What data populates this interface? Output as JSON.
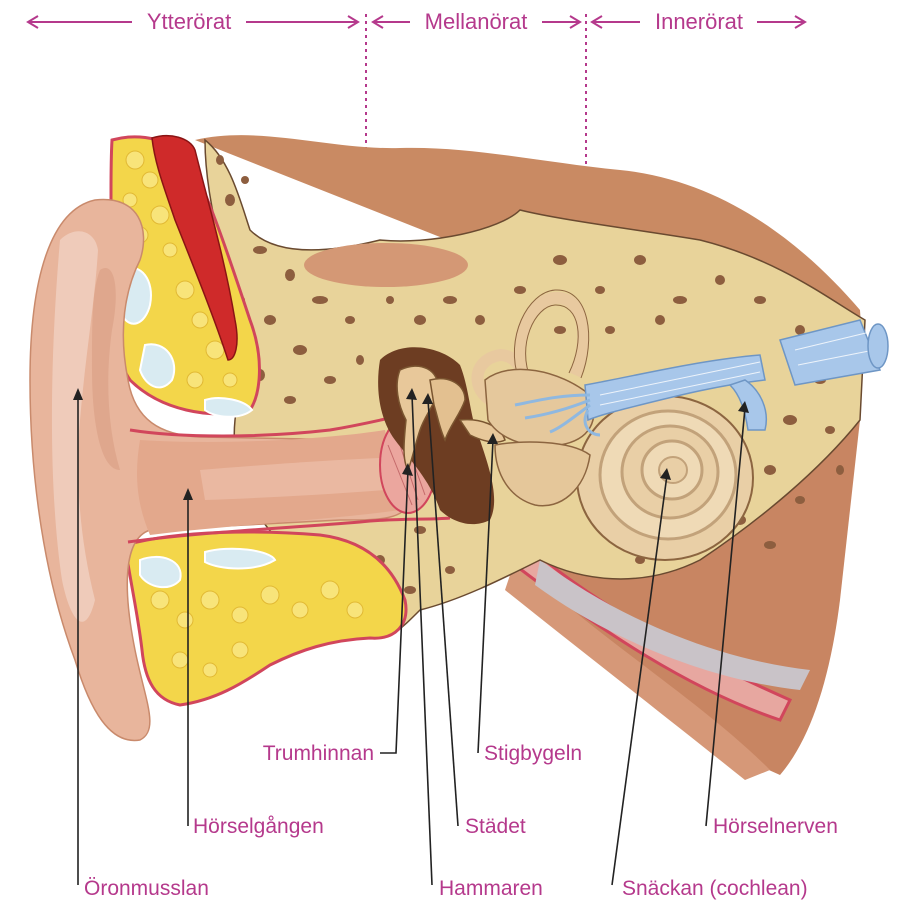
{
  "header": {
    "sections": [
      {
        "label": "Ytterörat"
      },
      {
        "label": "Mellanörat"
      },
      {
        "label": "Innerörat"
      }
    ]
  },
  "labels": {
    "trumhinnan": "Trumhinnan",
    "stigbygeln": "Stigbygeln",
    "horselgangen": "Hörselgången",
    "stadet": "Städet",
    "horselnerven": "Hörselnerven",
    "oronmusslan": "Öronmusslan",
    "hammaren": "Hammaren",
    "snackan": "Snäckan (cochlean)"
  },
  "colors": {
    "accent": "#b5398c",
    "skin": "#e8b59c",
    "bone": "#e8d39a",
    "fat": "#f3d64a",
    "nerve": "#8fb8e0",
    "muscle": "#cf2a2a"
  }
}
